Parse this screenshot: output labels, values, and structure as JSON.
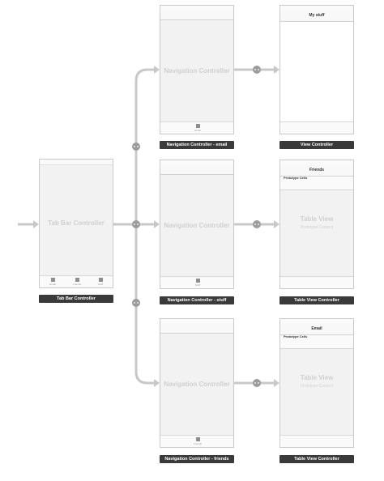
{
  "colors": {
    "connector": "#c8c8c8",
    "segue_circle": "#9b9b9b",
    "label_bg": "#3a3a3a",
    "scene_bg": "#f2f2f2"
  },
  "tab_bar_controller": {
    "watermark": "Tab Bar Controller",
    "label": "Tab Bar Controller",
    "tabs": [
      "Email",
      "Friends",
      "Stuff"
    ]
  },
  "nav_email": {
    "watermark": "Navigation Controller",
    "tab_item": "Email",
    "label": "Navigation Controller - email"
  },
  "nav_stuff": {
    "watermark": "Navigation Controller",
    "tab_item": "Stuff",
    "label": "Navigation Controller - stuff"
  },
  "nav_friends": {
    "watermark": "Navigation Controller",
    "tab_item": "Friends",
    "label": "Navigation Controller - friends"
  },
  "view_controller": {
    "nav_title": "My stuff",
    "label": "View Controller"
  },
  "table_friends": {
    "nav_title": "Friends",
    "prototype_cells": "Prototype Cells",
    "watermark": "Table View",
    "sub_watermark": "Prototype Content",
    "label": "Table View Controller"
  },
  "table_email": {
    "nav_title": "Email",
    "prototype_cells": "Prototype Cells",
    "watermark": "Table View",
    "sub_watermark": "Prototype Content",
    "label": "Table View Controller"
  },
  "icons": {
    "segue": "segue-circle-icon",
    "arrow": "arrow-head-icon",
    "tab_item": "tab-item-square-icon"
  }
}
